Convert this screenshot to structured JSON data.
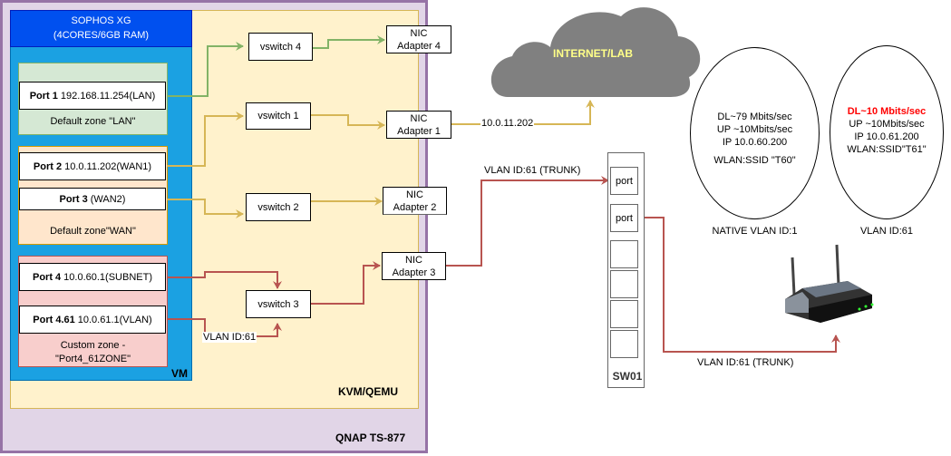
{
  "containers": {
    "host": "QNAP TS-877",
    "hypervisor": "KVM/QEMU",
    "vm": "VM",
    "firewall": {
      "name": "SOPHOS XG",
      "spec": "(4CORES/6GB RAM)"
    }
  },
  "zones": [
    {
      "id": "lan",
      "label": "Default  zone \"LAN\"",
      "color": "#d5e8d4"
    },
    {
      "id": "wan",
      "label": "Default zone\"WAN\"",
      "color": "#ffe6cc"
    },
    {
      "id": "custom",
      "label_line1": "Custom zone -",
      "label_line2": "\"Port4_61ZONE\"",
      "color": "#f8cecc"
    }
  ],
  "ports": [
    {
      "name": "Port 1",
      "detail": "192.168.11.254(LAN)"
    },
    {
      "name": "Port 2",
      "detail": "10.0.11.202(WAN1)"
    },
    {
      "name": "Port 3",
      "detail": "(WAN2)"
    },
    {
      "name": "Port 4",
      "detail": "10.0.60.1(SUBNET)"
    },
    {
      "name": "Port 4.61",
      "detail": "10.0.61.1(VLAN)"
    }
  ],
  "vswitches": [
    "vswitch 4",
    "vswitch 1",
    "vswitch 2",
    "vswitch 3"
  ],
  "nics": [
    {
      "line1": "NIC",
      "line2": "Adapter 4"
    },
    {
      "line1": "NIC",
      "line2": "Adapter 1"
    },
    {
      "line1": "NIC",
      "line2": "Adapter 2"
    },
    {
      "line1": "NIC",
      "line2": "Adapter 3"
    }
  ],
  "edge_labels": {
    "vlan_vswitch": "VLAN ID:61",
    "wan_ip": "10.0.11.202",
    "trunk_top": "VLAN ID:61 (TRUNK)",
    "trunk_bottom": "VLAN ID:61 (TRUNK)"
  },
  "cloud": {
    "label": "INTERNET/LAB",
    "color": "#808080",
    "text_color": "#ffff88"
  },
  "switch": {
    "name": "SW01",
    "port_labels": [
      "port",
      "port",
      "",
      "",
      "",
      ""
    ]
  },
  "clients": [
    {
      "dl": "DL~79 Mbits/sec",
      "up": "UP ~10Mbits/sec",
      "ip": "IP 10.0.60.200",
      "ssid": "WLAN:SSID \"T60\"",
      "caption": "NATIVE VLAN ID:1"
    },
    {
      "dl": "DL~10 Mbits/sec",
      "dl_color": "#ff0000",
      "up": "UP ~10Mbits/sec",
      "ip": "IP 10.0.61.200",
      "ssid": "WLAN:SSID\"T61\"",
      "caption": "VLAN ID:61"
    }
  ],
  "link_colors": {
    "lan": "#82b366",
    "wan": "#d6b656",
    "vlan": "#b85450"
  }
}
